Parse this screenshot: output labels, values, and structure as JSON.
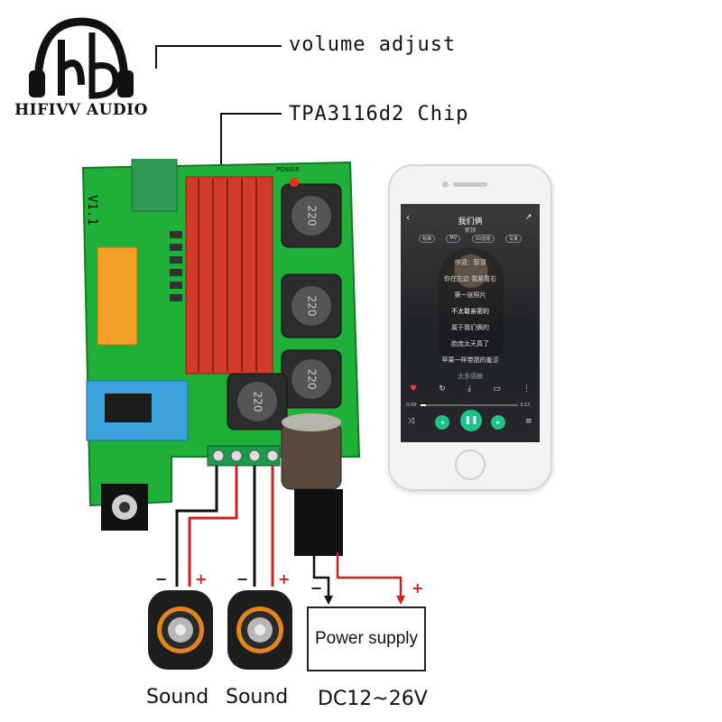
{
  "brand": {
    "name": "HIFIVV AUDIO"
  },
  "callouts": {
    "volume": "volume adjust",
    "chip": "TPA3116d2 Chip"
  },
  "board": {
    "version_label": "V1.1",
    "power_label": "POWER",
    "inductor_label": "220"
  },
  "outputs": {
    "speaker_left": "Sound",
    "speaker_right": "Sound",
    "minus": "−",
    "plus": "+"
  },
  "power_supply": {
    "label": "Power supply",
    "voltage": "DC12~26V"
  },
  "phone": {
    "song_title": "我们俩",
    "artist": "郭顶",
    "tags": [
      "标准",
      "MV",
      "3D音效",
      "写真"
    ],
    "lyrics": [
      "作词：郭顶",
      "你在左边 我紧靠右",
      "第一张照片",
      "不太敢亲密的",
      "属于我们俩的",
      "脸庞太天真了",
      "苹果一样带甜的羞涩",
      "太多感触"
    ],
    "time_current": "0:09",
    "time_total": "3:13",
    "progress_fraction": 0.06
  }
}
